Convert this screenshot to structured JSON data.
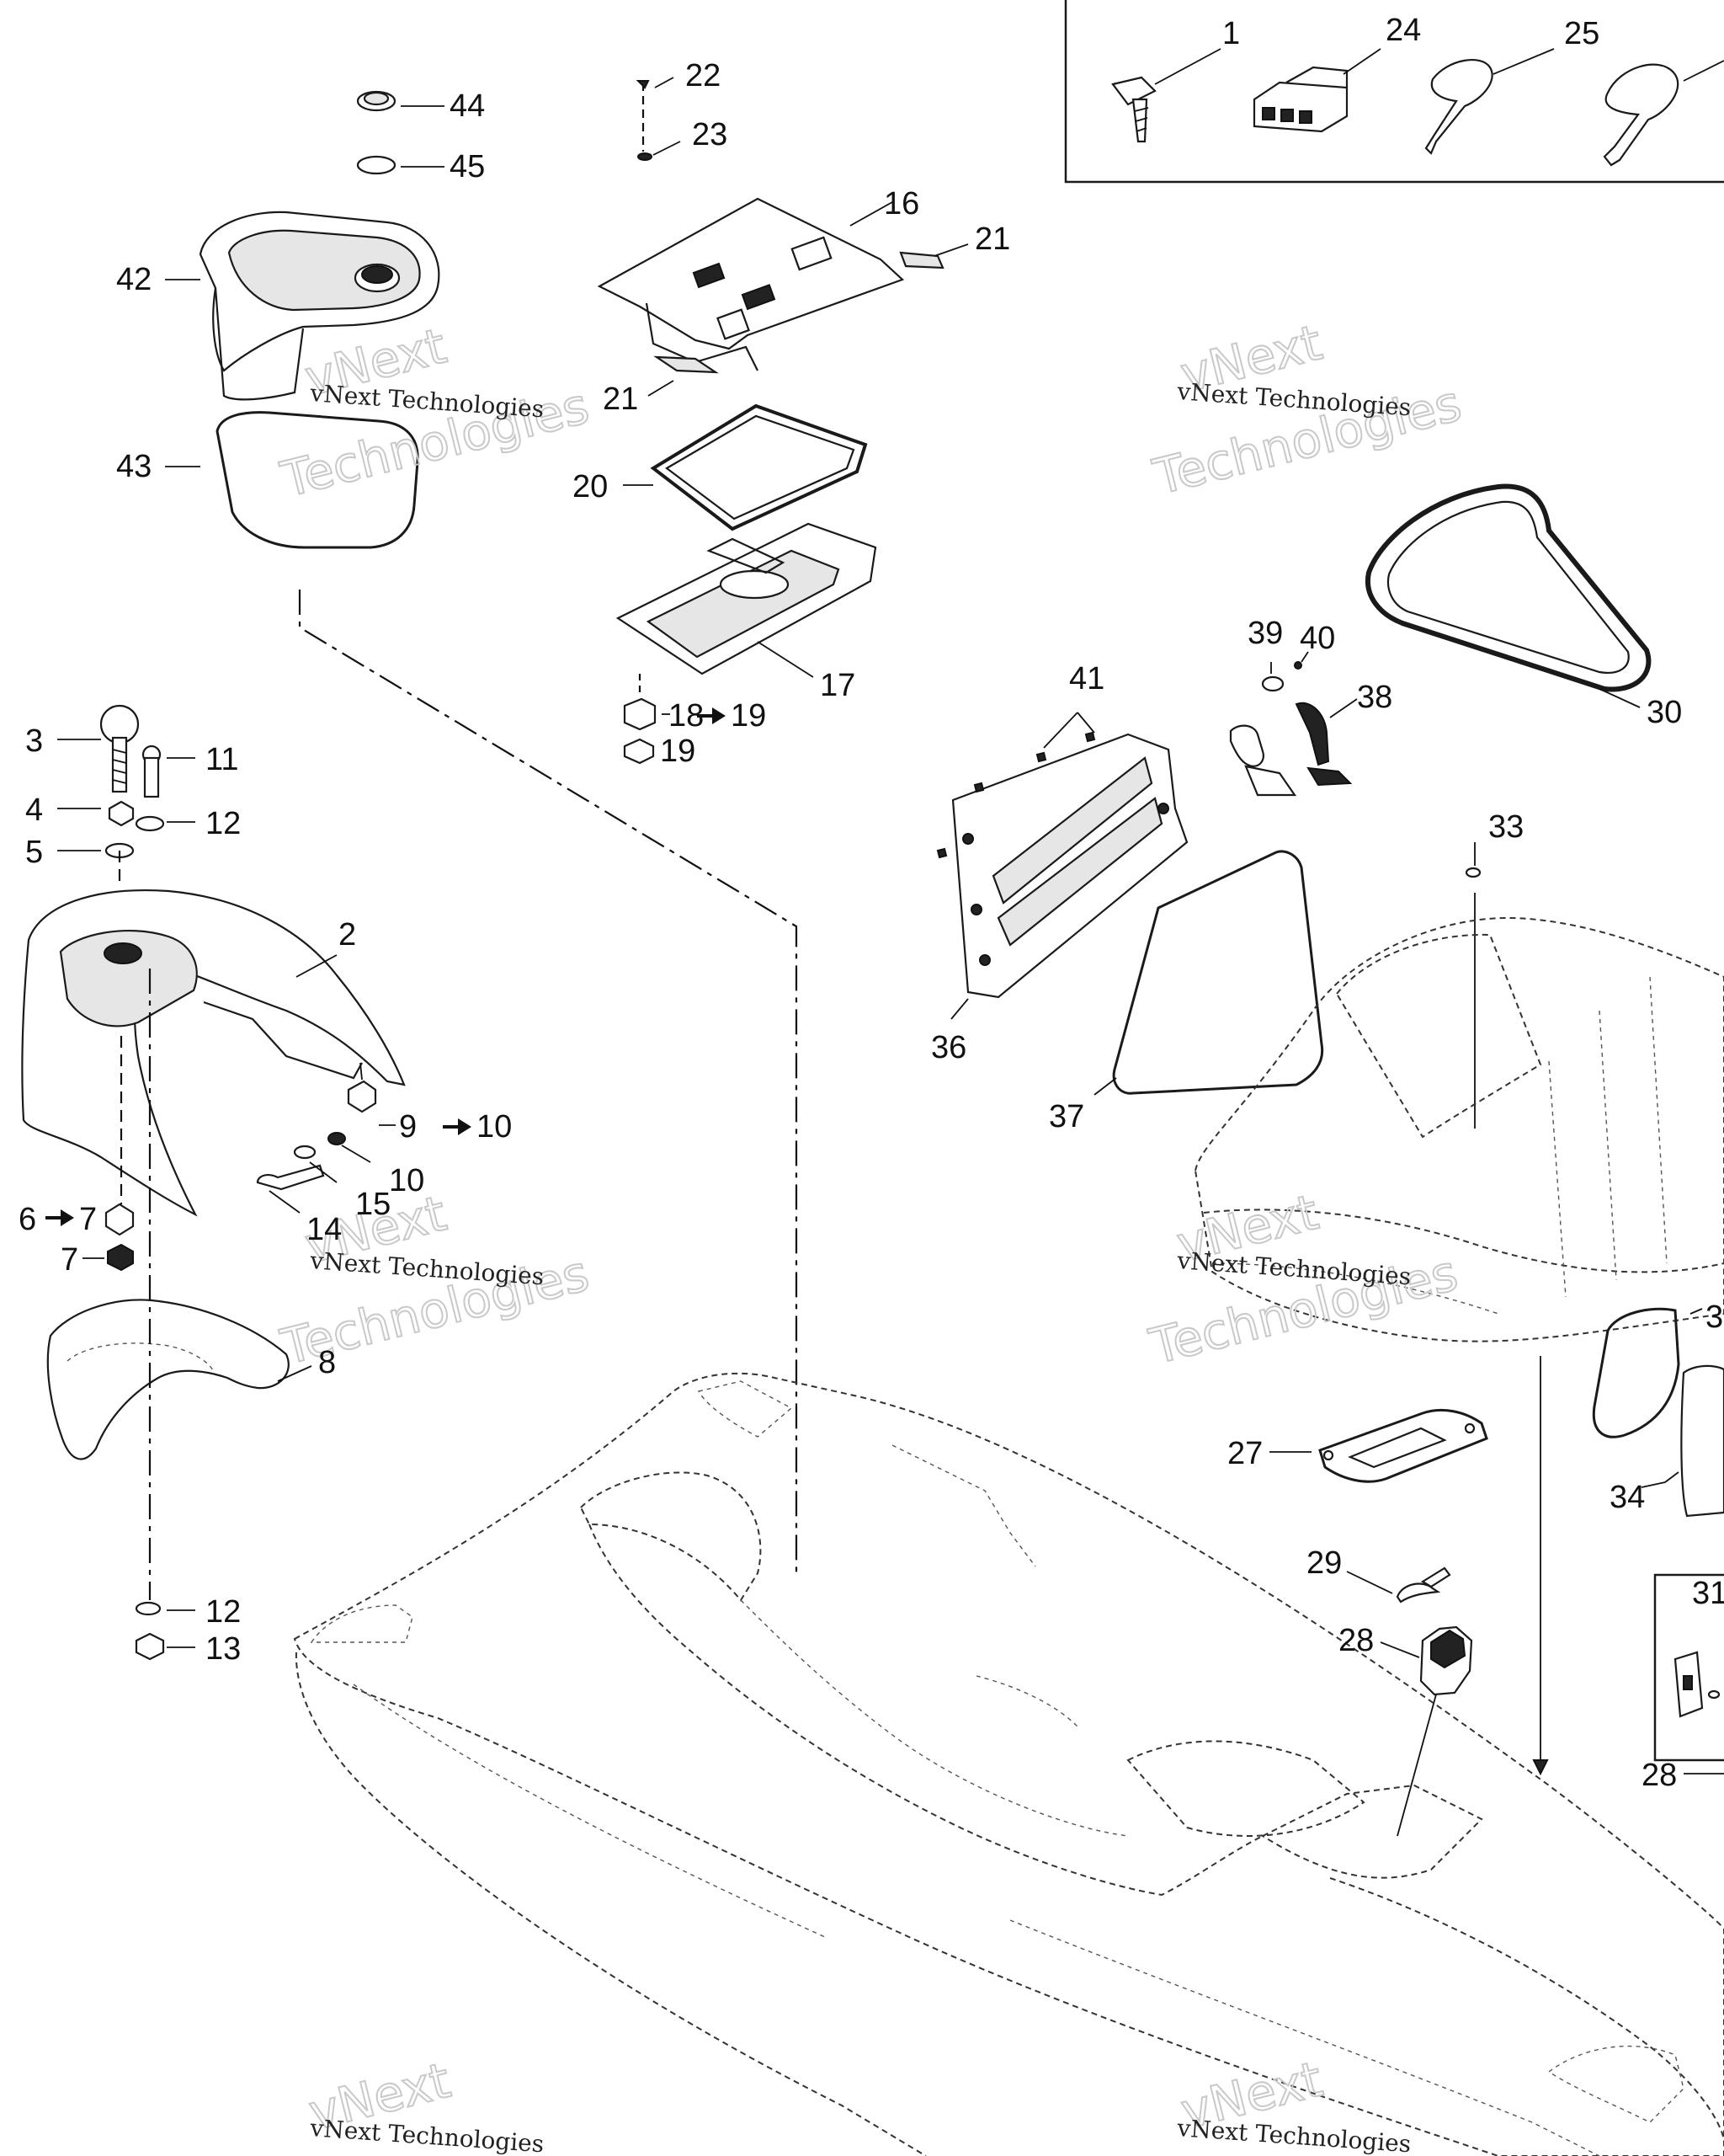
{
  "callouts": [
    {
      "id": "c44",
      "text": "44"
    },
    {
      "id": "c45",
      "text": "45"
    },
    {
      "id": "c42",
      "text": "42"
    },
    {
      "id": "c43",
      "text": "43"
    },
    {
      "id": "c22",
      "text": "22"
    },
    {
      "id": "c23",
      "text": "23"
    },
    {
      "id": "c16",
      "text": "16"
    },
    {
      "id": "c21a",
      "text": "21"
    },
    {
      "id": "c21b",
      "text": "21"
    },
    {
      "id": "c20",
      "text": "20"
    },
    {
      "id": "c17",
      "text": "17"
    },
    {
      "id": "c18",
      "text": "18"
    },
    {
      "id": "c18to",
      "text": "19"
    },
    {
      "id": "c19",
      "text": "19"
    },
    {
      "id": "c1",
      "text": "1"
    },
    {
      "id": "c24",
      "text": "24"
    },
    {
      "id": "c25",
      "text": "25"
    },
    {
      "id": "c3",
      "text": "3"
    },
    {
      "id": "c11",
      "text": "11"
    },
    {
      "id": "c4",
      "text": "4"
    },
    {
      "id": "c12a",
      "text": "12"
    },
    {
      "id": "c5",
      "text": "5"
    },
    {
      "id": "c2",
      "text": "2"
    },
    {
      "id": "c9",
      "text": "9"
    },
    {
      "id": "c9to",
      "text": "10"
    },
    {
      "id": "c10",
      "text": "10"
    },
    {
      "id": "c15",
      "text": "15"
    },
    {
      "id": "c14",
      "text": "14"
    },
    {
      "id": "c6",
      "text": "6"
    },
    {
      "id": "c6to",
      "text": "7"
    },
    {
      "id": "c7",
      "text": "7"
    },
    {
      "id": "c8",
      "text": "8"
    },
    {
      "id": "c12b",
      "text": "12"
    },
    {
      "id": "c13",
      "text": "13"
    },
    {
      "id": "c39",
      "text": "39"
    },
    {
      "id": "c40",
      "text": "40"
    },
    {
      "id": "c41",
      "text": "41"
    },
    {
      "id": "c38",
      "text": "38"
    },
    {
      "id": "c30",
      "text": "30"
    },
    {
      "id": "c33",
      "text": "33"
    },
    {
      "id": "c36",
      "text": "36"
    },
    {
      "id": "c37",
      "text": "37"
    },
    {
      "id": "c27",
      "text": "27"
    },
    {
      "id": "c29",
      "text": "29"
    },
    {
      "id": "c28a",
      "text": "28"
    },
    {
      "id": "c28b",
      "text": "28"
    },
    {
      "id": "c34",
      "text": "34"
    },
    {
      "id": "c3x",
      "text": "3"
    },
    {
      "id": "c31",
      "text": "31"
    }
  ],
  "watermark": {
    "line1": "vNext",
    "line2": "Technologies",
    "small": "vNext Technologies"
  },
  "icons": [
    "arrow-right-icon"
  ]
}
